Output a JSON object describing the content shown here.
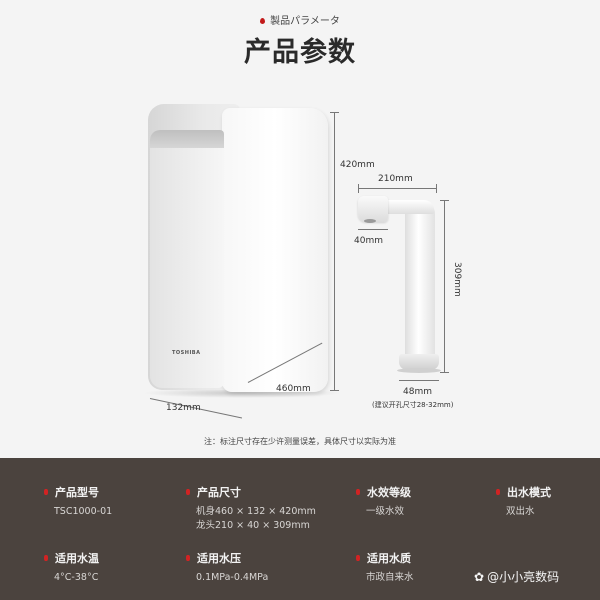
{
  "header": {
    "tag": "製品パラメータ",
    "title": "产品参数"
  },
  "product": {
    "brand": "TOSHIBA"
  },
  "dimensions": {
    "height": "420mm",
    "depth": "460mm",
    "width": "132mm",
    "faucet_reach": "210mm",
    "faucet_head": "40mm",
    "faucet_height": "309mm",
    "faucet_base": "48mm",
    "faucet_hole_note": "(建议开孔尺寸28-32mm)"
  },
  "note": "注：标注尺寸存在少许测量误差，具体尺寸以实际为准",
  "specs": [
    {
      "label": "产品型号",
      "values": [
        "TSC1000-01"
      ]
    },
    {
      "label": "产品尺寸",
      "values": [
        "机身460 × 132 × 420mm",
        "龙头210 × 40 × 309mm"
      ]
    },
    {
      "label": "水效等级",
      "values": [
        "一级水效"
      ]
    },
    {
      "label": "出水模式",
      "values": [
        "双出水"
      ]
    },
    {
      "label": "适用水温",
      "values": [
        "4°C-38°C"
      ]
    },
    {
      "label": "适用水压",
      "values": [
        "0.1MPa-0.4MPa"
      ]
    },
    {
      "label": "适用水质",
      "values": [
        "市政自来水"
      ]
    }
  ],
  "watermark": {
    "icon": "paw-icon",
    "text": "@小小亮数码"
  }
}
